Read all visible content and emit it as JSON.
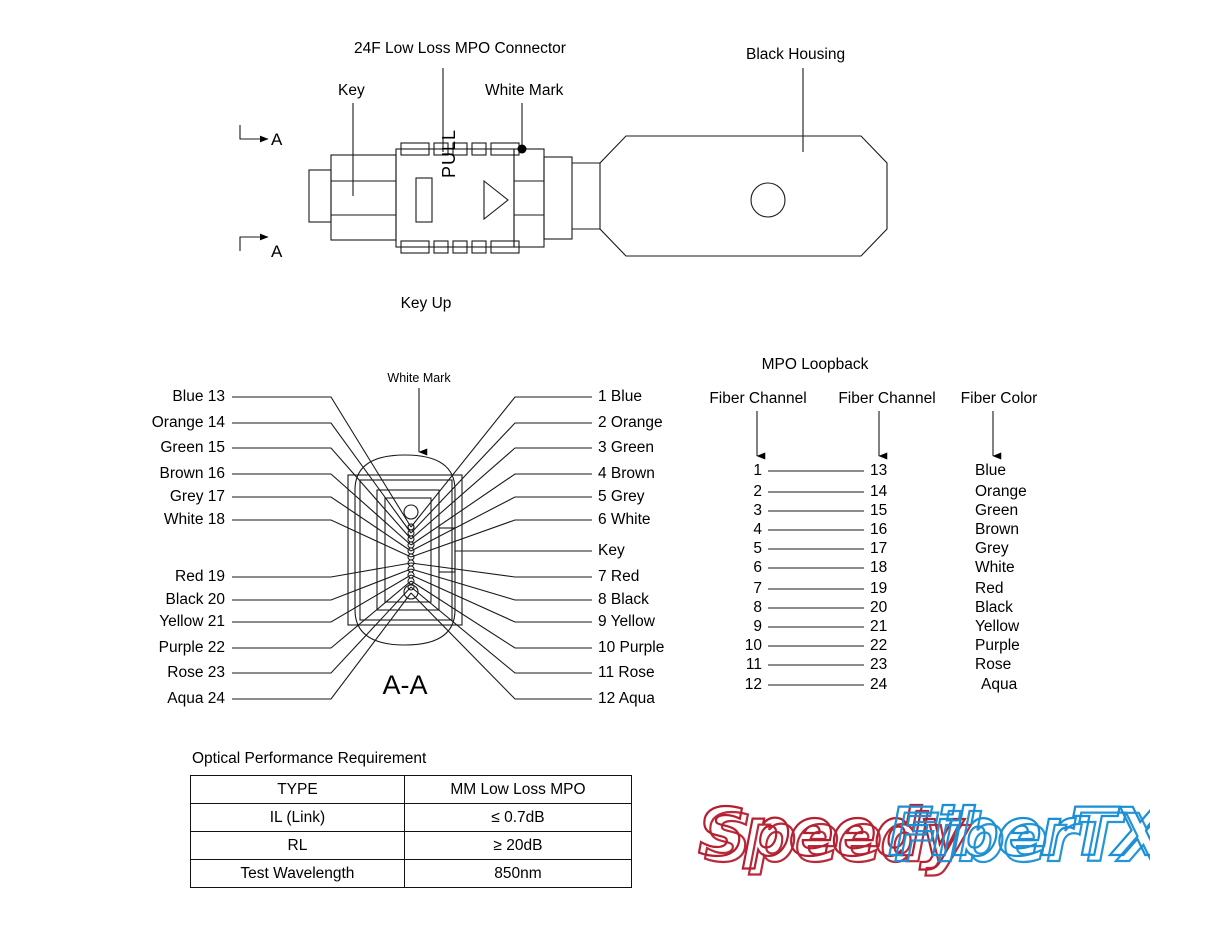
{
  "top_view": {
    "callouts": [
      {
        "name": "connector",
        "text": "24F Low Loss MPO Connector"
      },
      {
        "name": "key",
        "text": "Key"
      },
      {
        "name": "white-mark",
        "text": "White Mark"
      },
      {
        "name": "black-housing",
        "text": "Black Housing"
      }
    ],
    "section_marker_top": "A",
    "section_marker_bottom": "A",
    "pull_text": "PULL",
    "orientation_caption": "Key Up"
  },
  "cross_section": {
    "title": "A-A",
    "white_mark_label": "White Mark",
    "left_labels": [
      "Blue 13",
      "Orange 14",
      "Green 15",
      "Brown 16",
      "Grey 17",
      "White 18",
      "Red 19",
      "Black 20",
      "Yellow 21",
      "Purple 22",
      "Rose 23",
      "Aqua 24"
    ],
    "right_labels": [
      "1 Blue",
      "2 Orange",
      "3 Green",
      "4 Brown",
      "5 Grey",
      "6 White",
      "Key",
      "7 Red",
      "8 Black",
      "9 Yellow",
      "10 Purple",
      "11 Rose",
      "12 Aqua"
    ]
  },
  "loopback": {
    "title": "MPO Loopback",
    "headers": [
      "Fiber Channel",
      "Fiber Channel",
      "Fiber Color"
    ],
    "rows": [
      {
        "a": "1",
        "b": "13",
        "color": "Blue"
      },
      {
        "a": "2",
        "b": "14",
        "color": "Orange"
      },
      {
        "a": "3",
        "b": "15",
        "color": "Green"
      },
      {
        "a": "4",
        "b": "16",
        "color": "Brown"
      },
      {
        "a": "5",
        "b": "17",
        "color": "Grey"
      },
      {
        "a": "6",
        "b": "18",
        "color": "White"
      },
      {
        "a": "7",
        "b": "19",
        "color": "Red"
      },
      {
        "a": "8",
        "b": "20",
        "color": "Black"
      },
      {
        "a": "9",
        "b": "21",
        "color": "Yellow"
      },
      {
        "a": "10",
        "b": "22",
        "color": "Purple"
      },
      {
        "a": "11",
        "b": "23",
        "color": "Rose"
      },
      {
        "a": "12",
        "b": "24",
        "color": "Aqua"
      }
    ]
  },
  "performance": {
    "title": "Optical Performance Requirement",
    "rows": [
      {
        "label": "TYPE",
        "value": "MM Low Loss MPO"
      },
      {
        "label": "IL (Link)",
        "value": "≤ 0.7dB"
      },
      {
        "label": "RL",
        "value": "≥ 20dB"
      },
      {
        "label": "Test Wavelength",
        "value": "850nm"
      }
    ]
  },
  "logo": {
    "part1": "Speedy",
    "part2": "FiberTX",
    "color1": "#B52030",
    "color2": "#1B8FD4"
  }
}
